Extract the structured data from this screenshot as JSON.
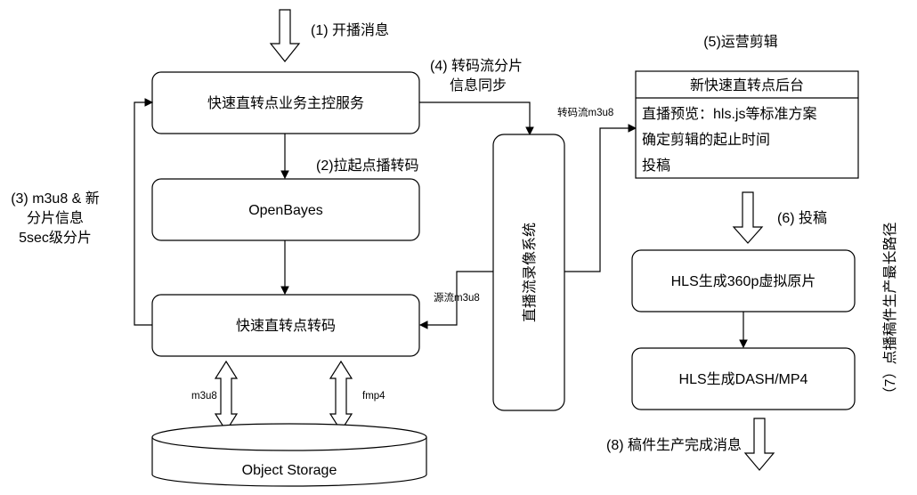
{
  "diagram": {
    "title": "快速直转点 流程图",
    "nodes": {
      "master_service": "快速直转点业务主控服务",
      "openbayes": "OpenBayes",
      "transcoder": "快速直转点转码",
      "object_storage": "Object Storage",
      "live_recording": "直播流录像系统",
      "backend_title": "新快速直转点后台",
      "backend_items": [
        "直播预览：hls.js等标准方案",
        "确定剪辑的起止时间",
        "投稿"
      ],
      "hls_360p": "HLS生成360p虚拟原片",
      "hls_dash": "HLS生成DASH/MP4"
    },
    "steps": {
      "step1": "(1) 开播消息",
      "step2": "(2)拉起点播转码",
      "step3_line1": "(3) m3u8 & 新",
      "step3_line2": "分片信息",
      "step3_line3": "5sec级分片",
      "step4_line1": "(4) 转码流分片",
      "step4_line2": "信息同步",
      "step5": "(5)运营剪辑",
      "step6": "(6) 投稿",
      "step7": "（7）点播稿件生产最长路径",
      "step8": "(8) 稿件生产完成消息"
    },
    "edge_labels": {
      "transcoded_m3u8": "转码流m3u8",
      "source_m3u8": "源流m3u8",
      "m3u8": "m3u8",
      "fmp4": "fmp4"
    }
  }
}
